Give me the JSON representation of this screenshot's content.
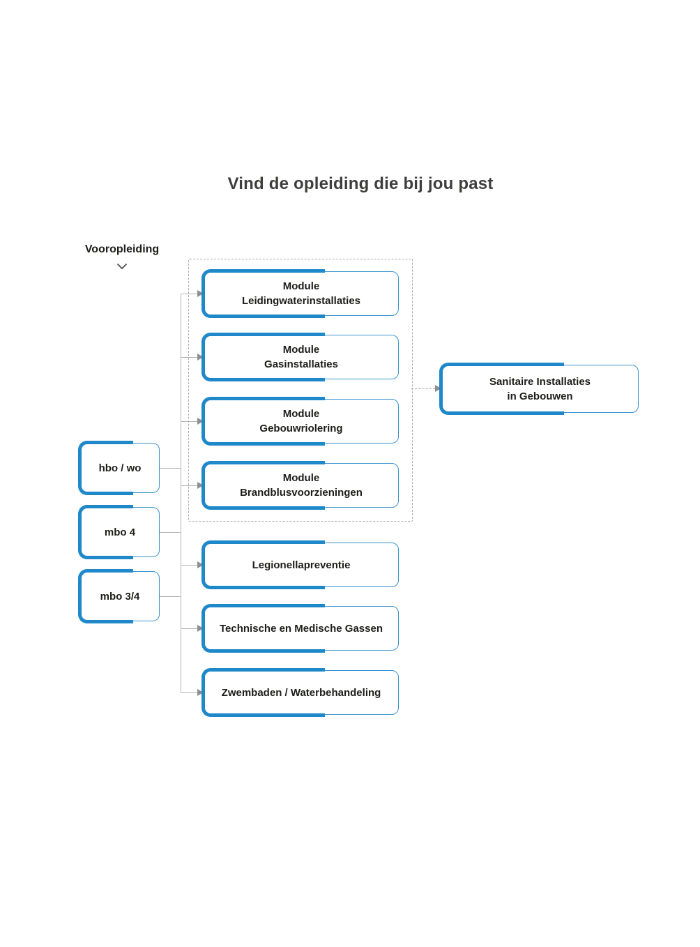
{
  "title": "Vind de opleiding die bij jou past",
  "filter": {
    "label": "Vooropleiding",
    "icon": "chevron-down-icon"
  },
  "colors": {
    "accent_blue": "#1f88c9",
    "thin_border_blue": "#3a93cf",
    "connector_gray": "#b3b3b3",
    "arrow_gray": "#8f8f8f",
    "title_color": "#3e3e3d",
    "text_color": "#1d1d1b"
  },
  "nodes": {
    "hbo_wo": {
      "label": "hbo / wo"
    },
    "mbo_4": {
      "label": "mbo 4"
    },
    "mbo_3_4": {
      "label": "mbo 3/4"
    },
    "module_leidingwaterinstallaties": {
      "label": "Module\nLeidingwaterinstallaties"
    },
    "module_gasinstallaties": {
      "label": "Module\nGasinstallaties"
    },
    "module_gebouwriolering": {
      "label": "Module\nGebouwriolering"
    },
    "module_brandblusvoorzieningen": {
      "label": "Module\nBrandblusvoorzieningen"
    },
    "legionellapreventie": {
      "label": "Legionellapreventie"
    },
    "technische_en_medische_gassen": {
      "label": "Technische en Medische Gassen"
    },
    "zwembaden_waterbehandeling": {
      "label": "Zwembaden / Waterbehandeling"
    },
    "sanitaire_installaties": {
      "label": "Sanitaire Installaties\nin Gebouwen"
    }
  },
  "edges": [
    {
      "from": "hbo_wo",
      "to": "trunk",
      "style": "solid"
    },
    {
      "from": "mbo_4",
      "to": "trunk",
      "style": "solid"
    },
    {
      "from": "mbo_3_4",
      "to": "trunk",
      "style": "solid"
    },
    {
      "from": "trunk",
      "to": "module_leidingwaterinstallaties",
      "style": "solid-arrow"
    },
    {
      "from": "trunk",
      "to": "module_gasinstallaties",
      "style": "solid-arrow"
    },
    {
      "from": "trunk",
      "to": "module_gebouwriolering",
      "style": "solid-arrow"
    },
    {
      "from": "trunk",
      "to": "module_brandblusvoorzieningen",
      "style": "solid-arrow"
    },
    {
      "from": "trunk",
      "to": "legionellapreventie",
      "style": "solid-arrow"
    },
    {
      "from": "trunk",
      "to": "technische_en_medische_gassen",
      "style": "solid-arrow"
    },
    {
      "from": "trunk",
      "to": "zwembaden_waterbehandeling",
      "style": "solid-arrow"
    },
    {
      "from": "module_group",
      "to": "sanitaire_installaties",
      "style": "dashed-arrow"
    }
  ]
}
